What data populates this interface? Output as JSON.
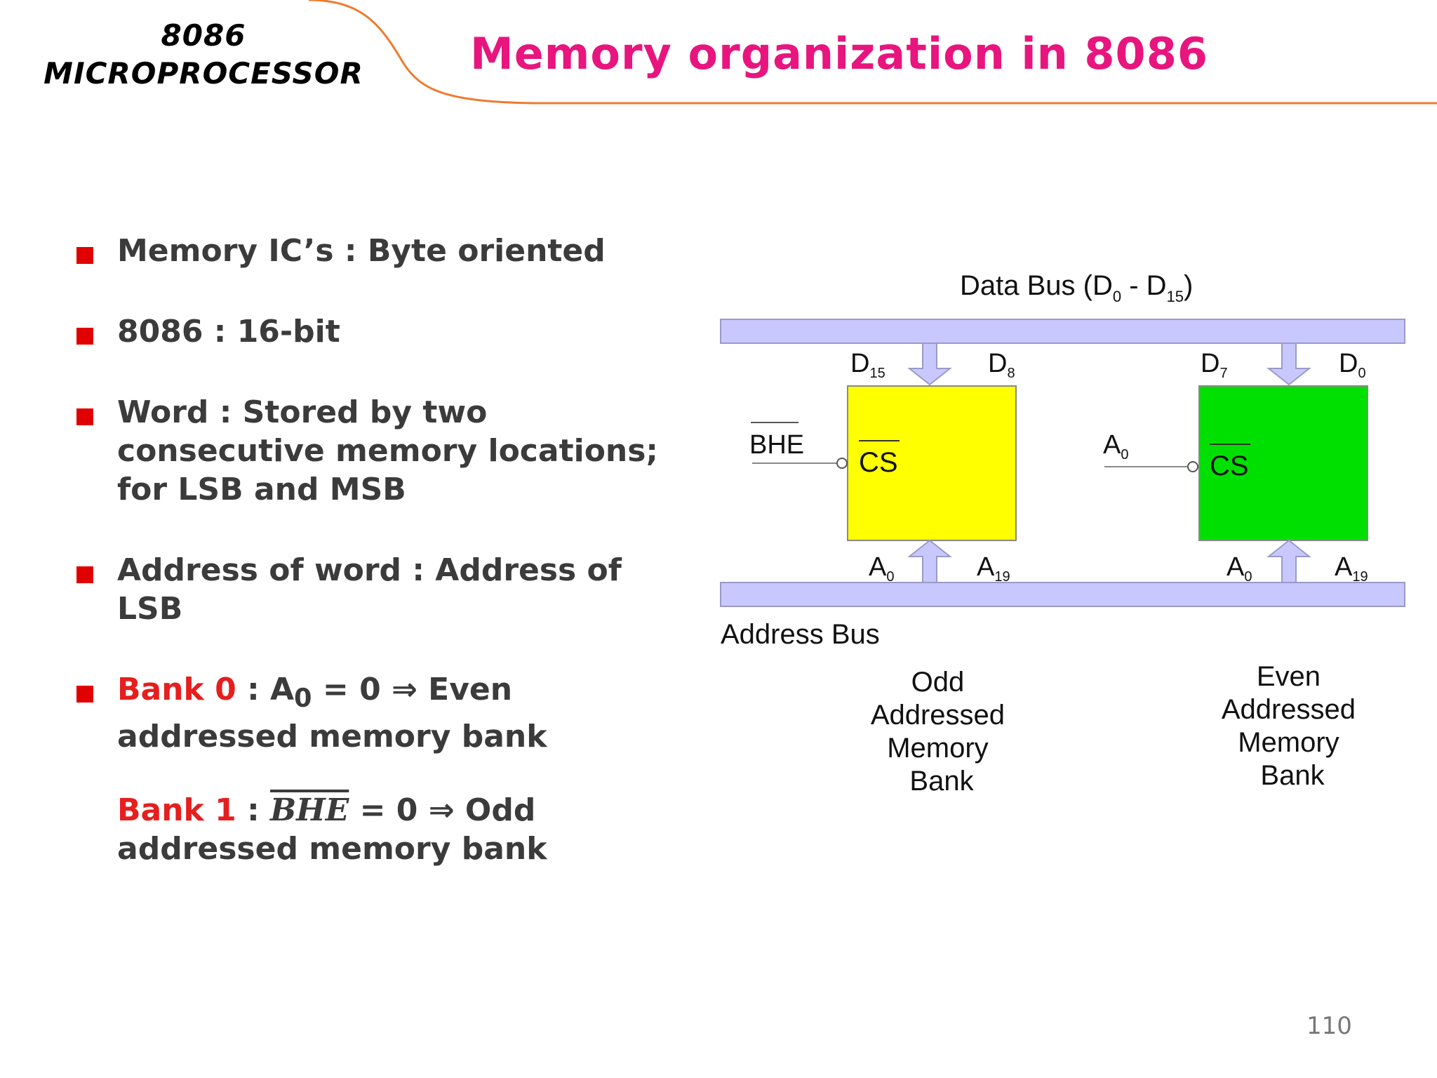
{
  "header": {
    "brand_line1": "8086",
    "brand_line2": "MICROPROCESSOR",
    "title": "Memory organization in 8086",
    "accent_color": "#e8157e",
    "curve_color": "#ee7a2f"
  },
  "bullets": {
    "b1": "Memory IC’s : Byte oriented",
    "b2": "8086 : 16-bit",
    "b3": "Word : Stored by two consecutive memory locations; for LSB and MSB",
    "b4": "Address of word : Address of LSB",
    "b5": {
      "bank": "Bank 0",
      "colon": " : A",
      "sub": "0",
      "rest": " = 0     ⇒    Even addressed memory bank"
    },
    "b6": {
      "bank": "Bank 1",
      "colon": " : ",
      "signal": "BHE",
      "rest": " = 0  ⇒    Odd addressed memory bank"
    }
  },
  "diagram": {
    "data_bus_label": "Data Bus (D",
    "data_bus_sub0": "0",
    "data_bus_dash": " - D",
    "data_bus_sub15": "15",
    "data_bus_close": ")",
    "address_bus_label": "Address Bus",
    "odd_bank": {
      "d_left": "D",
      "d_left_sub": "15",
      "d_right": "D",
      "d_right_sub": "8",
      "a_left": "A",
      "a_left_sub": "0",
      "a_right": "A",
      "a_right_sub": "19",
      "select_signal": "BHE",
      "cs": "CS",
      "caption": [
        "Odd",
        "Addressed",
        "Memory",
        "Bank"
      ],
      "color": "#ffff00"
    },
    "even_bank": {
      "d_left": "D",
      "d_left_sub": "7",
      "d_right": "D",
      "d_right_sub": "0",
      "a_left": "A",
      "a_left_sub": "0",
      "a_right": "A",
      "a_right_sub": "19",
      "select_signal": "A",
      "select_signal_sub": "0",
      "cs": "CS",
      "caption": [
        "Even",
        "Addressed",
        "Memory",
        "Bank"
      ],
      "color": "#00e000"
    },
    "bus_color": "#c8c8ff"
  },
  "page_number": "110"
}
